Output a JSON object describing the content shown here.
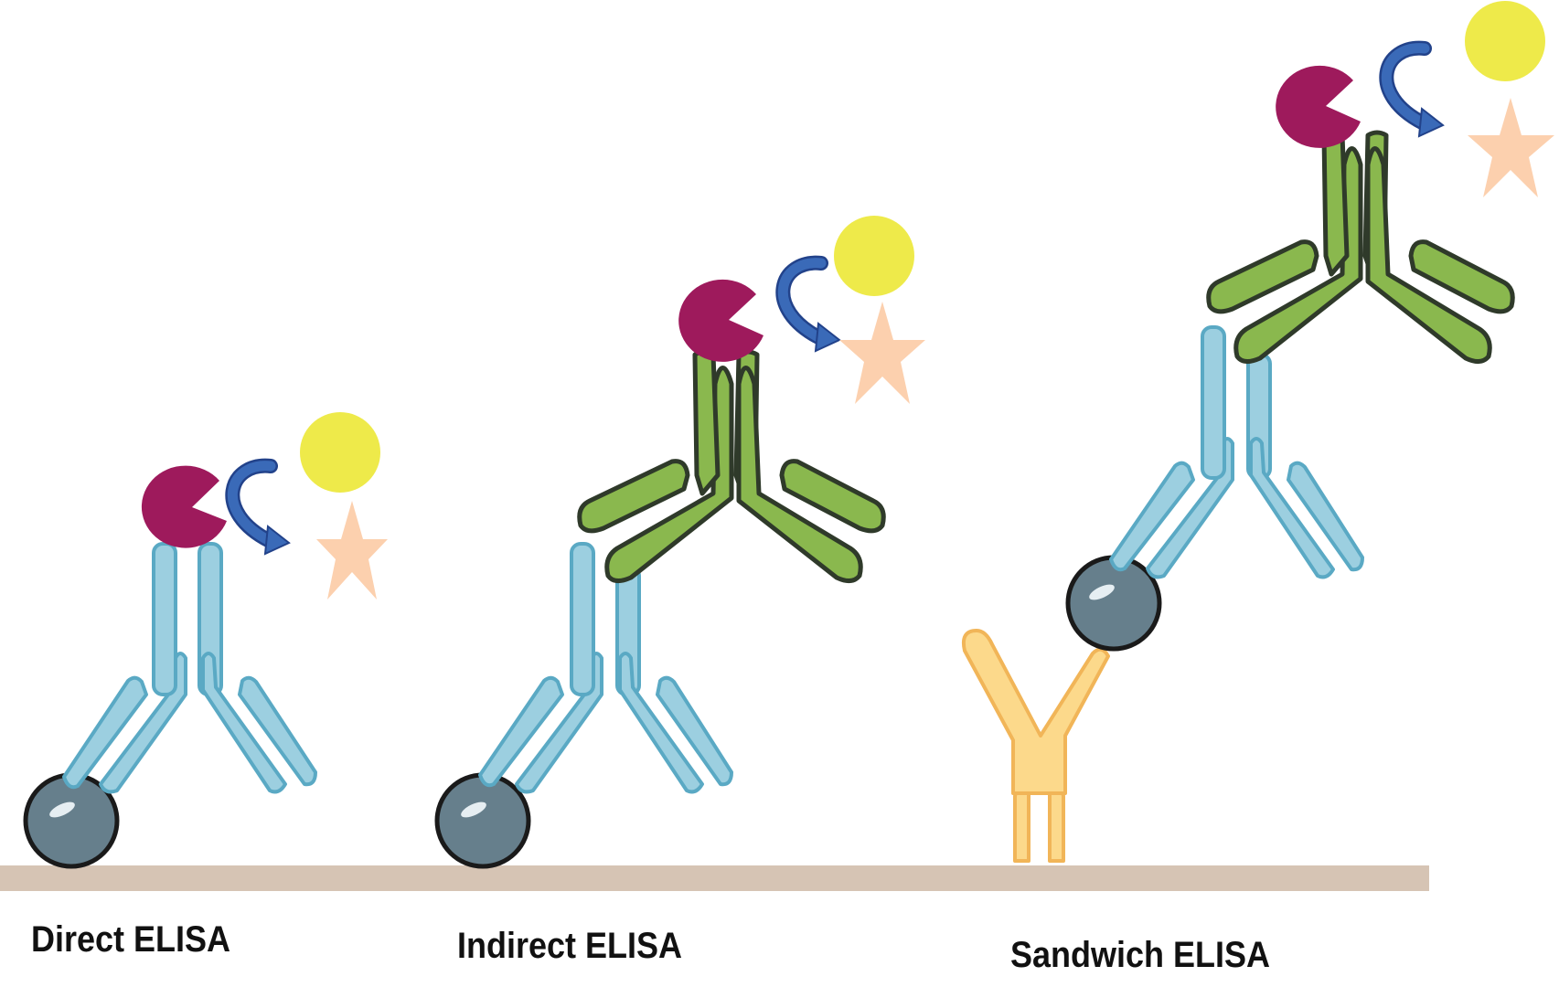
{
  "labels": {
    "direct": "Direct ELISA",
    "indirect": "Indirect ELISA",
    "sandwich": "Sandwich ELISA"
  },
  "colors": {
    "background": "#ffffff",
    "plate": "#d6c4b4",
    "primary_antibody": "#9ccfe0",
    "primary_antibody_outline": "#5aa9c4",
    "secondary_antibody": "#8ab84e",
    "secondary_antibody_outline": "#2f3a2a",
    "capture_antibody": "#fcd98b",
    "capture_antibody_outline": "#f1b558",
    "antigen": "#667f8c",
    "antigen_outline": "#1a1a1a",
    "enzyme": "#9e1a5c",
    "reaction_arrow": "#3a6ab8",
    "substrate": "#eeea4a",
    "product": "#fcd0ae"
  },
  "icons": {
    "antigen": "antigen-sphere-icon",
    "enzyme": "enzyme-pacman-icon",
    "arrow": "curved-arrow-icon",
    "substrate": "substrate-circle-icon",
    "product": "product-star-icon"
  }
}
